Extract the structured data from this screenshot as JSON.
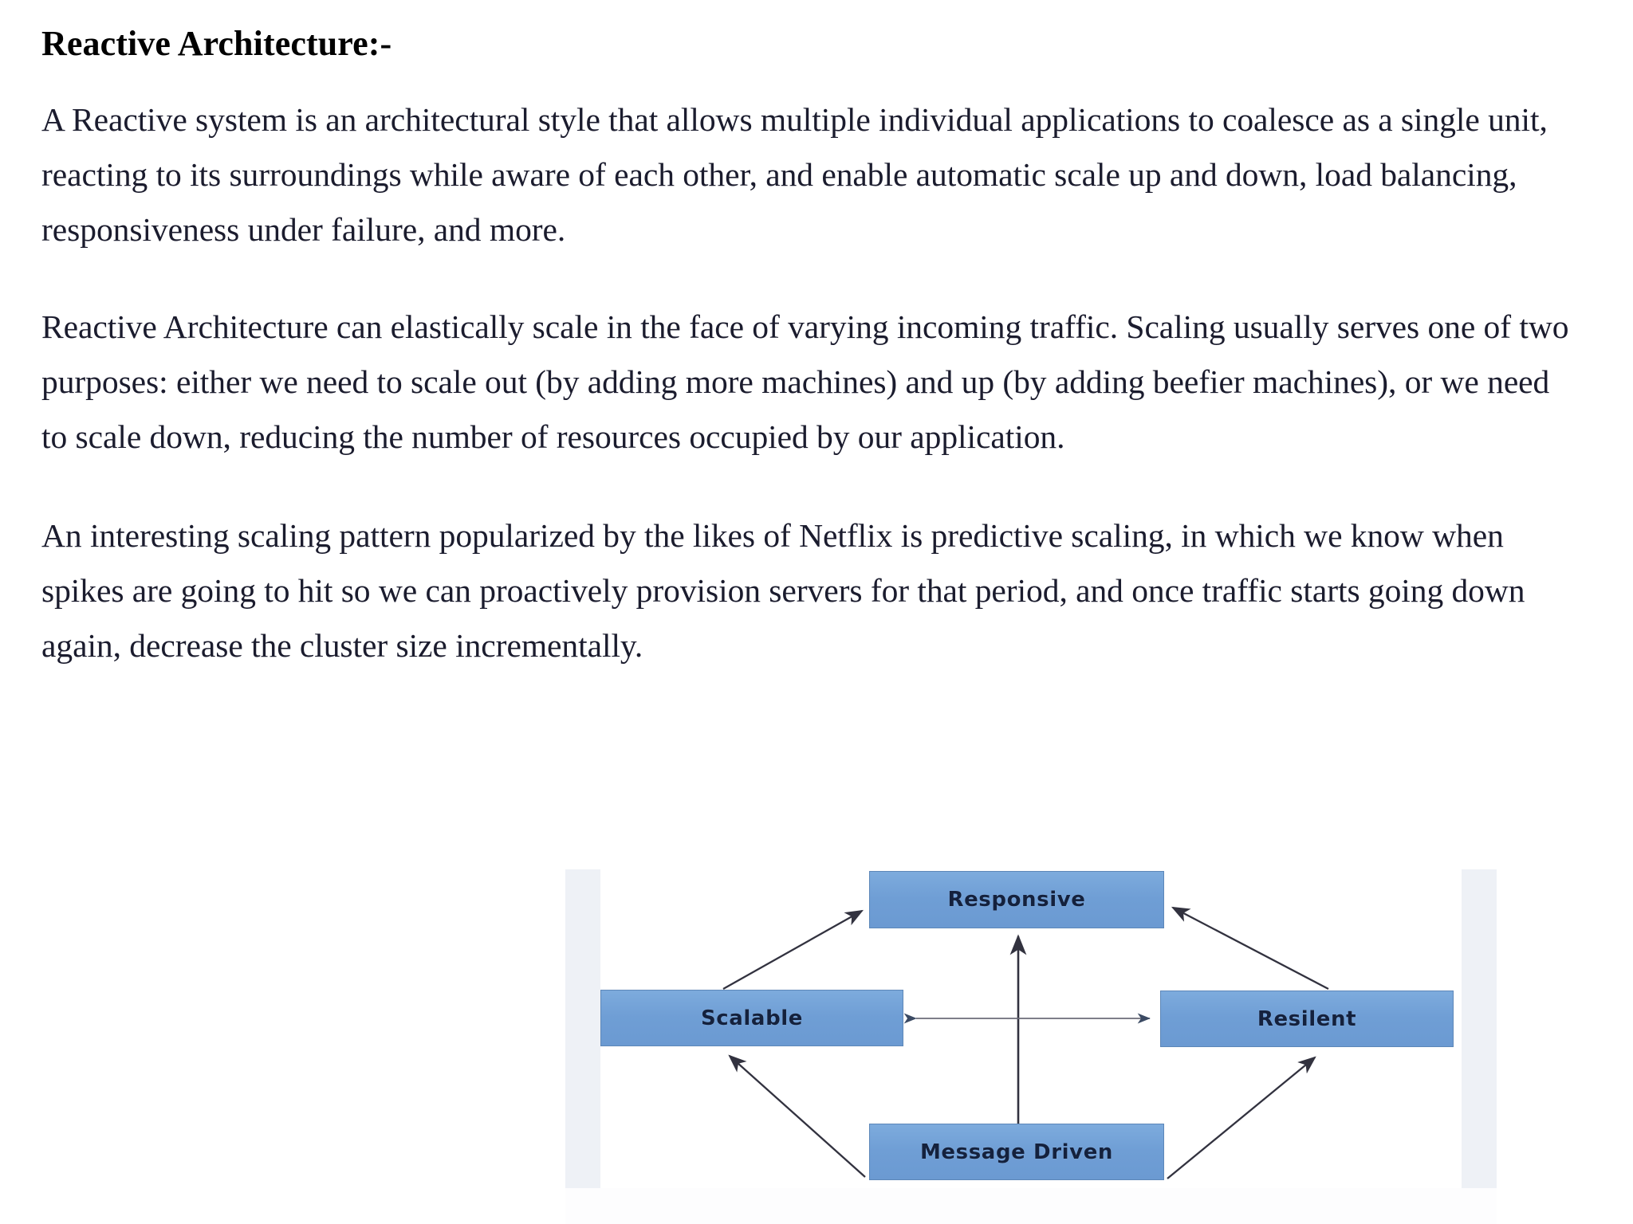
{
  "document": {
    "heading": "Reactive Architecture:-",
    "paragraphs": [
      "A Reactive system is an architectural style that allows multiple individual applications to coalesce as a single unit, reacting to its surroundings while aware of each other, and enable automatic scale up and down, load balancing, responsiveness under failure, and more.",
      "Reactive Architecture can elastically scale in the face of varying incoming traffic. Scaling usually serves one of two purposes: either we need to scale out (by adding more machines) and up (by adding beefier machines), or we need to scale down, reducing the number of resources occupied by our application.",
      "An interesting scaling pattern popularized by the likes of Netflix is predictive scaling, in which we know when spikes are going to hit so we can proactively provision servers for that period, and once traffic starts going down again, decrease the cluster size incrementally."
    ]
  },
  "diagram": {
    "nodes": {
      "responsive": "Responsive",
      "scalable": "Scalable",
      "resilent": "Resilent",
      "message_driven": "Message Driven"
    },
    "colors": {
      "node_fill": "#6f9ed5",
      "node_border": "#5d87b8",
      "node_text": "#14213d",
      "arrow": "#3c3c4a",
      "figure_background": "#eef1f6"
    },
    "edges": [
      {
        "from": "Scalable",
        "to": "Responsive",
        "direction": "one-way"
      },
      {
        "from": "Resilent",
        "to": "Responsive",
        "direction": "one-way"
      },
      {
        "from": "Message Driven",
        "to": "Responsive",
        "direction": "one-way"
      },
      {
        "from": "Message Driven",
        "to": "Scalable",
        "direction": "one-way"
      },
      {
        "from": "Message Driven",
        "to": "Resilent",
        "direction": "one-way"
      },
      {
        "from": "Scalable",
        "to": "Resilent",
        "direction": "two-way"
      }
    ]
  }
}
